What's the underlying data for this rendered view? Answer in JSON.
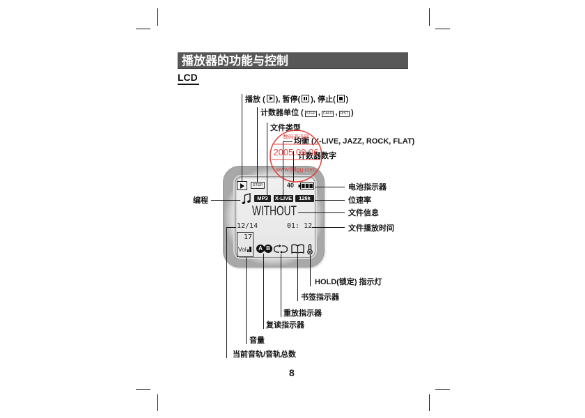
{
  "header": {
    "title": "播放器的功能与控制"
  },
  "section": {
    "title": "LCD"
  },
  "labels": {
    "play_controls": {
      "play_text": "播放 (",
      "pause_text": "), 暂停(",
      "stop_text": "), 停止(",
      "close_text": ")"
    },
    "counter_unit": {
      "prefix": "计数器单位 (",
      "units": [
        "STEP",
        "CALO",
        "DIST"
      ],
      "separator": ",",
      "suffix": ")"
    },
    "file_type": "文件类型",
    "equalizer": "均衡 (X-LIVE, JAZZ, ROCK, FLAT)",
    "counter_digits": "计数器数字",
    "battery": "电池指示器",
    "program": "编程",
    "bitrate": "位速率",
    "file_info": "文件信息",
    "play_time": "文件播放时间",
    "hold": "HOLD(锁定) 指示灯",
    "bookmark": "书签指示器",
    "repeat": "重放指示器",
    "ab_repeat": "复读指示器",
    "volume": "音量",
    "track": "当前音轨/音轨总数"
  },
  "lcd": {
    "counter_unit": "STEP",
    "counter_value": "40",
    "battery_bars": 3,
    "file_type": "MP3",
    "eq_mode": "X-LIVE",
    "bitrate": "128k",
    "file_info": "WITHOUT",
    "track": "12/14",
    "play_time": "01: 12",
    "volume": "17",
    "volume_label": "Vol",
    "ab_label": [
      "A",
      "B"
    ]
  },
  "stamp": {
    "top": "数码资讯网",
    "date": "2005.09.06",
    "url": "www.94gg.com"
  },
  "page_number": "8",
  "icons": {
    "play": "play-icon",
    "pause": "pause-icon",
    "stop": "stop-icon",
    "program": "music-note-icon",
    "battery": "battery-icon",
    "ab_repeat": "ab-repeat-icon",
    "repeat": "repeat-icon",
    "bookmark": "bookmark-icon",
    "hold": "lock-icon",
    "volume": "volume-bars-icon"
  },
  "colors": {
    "header_bg": "#575757",
    "stamp_red": "#e2322d",
    "lcd_badge_bg": "#1e1e1e",
    "ink": "#111111"
  }
}
